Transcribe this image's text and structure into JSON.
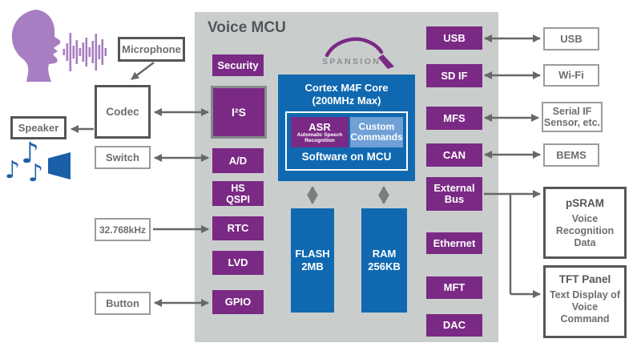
{
  "colors": {
    "purple": "#7A2A84",
    "blue": "#1069B0",
    "light_blue": "#6FA0D6",
    "panel_gray": "#C9CDCC",
    "head_purple": "#A87EC2",
    "note_blue": "#1A5FA8",
    "dark_gray": "#54565A",
    "label_gray": "#6D6E71"
  },
  "icons": {
    "music_note": "♪"
  },
  "left": {
    "microphone": "Microphone",
    "codec": "Codec",
    "speaker": "Speaker",
    "switch": "Switch",
    "crystal": "32.768kHz",
    "button": "Button"
  },
  "mcu": {
    "title": "Voice MCU",
    "logo_text": "SPANSION",
    "peripherals_left": [
      "Security",
      "I²S",
      "A/D",
      "HS QSPI",
      "RTC",
      "LVD",
      "GPIO"
    ],
    "core": {
      "line1": "Cortex M4F Core",
      "line2": "(200MHz Max)",
      "asr_title": "ASR",
      "asr_sub": "Automatic Speech Recognition",
      "custom": "Custom Commands",
      "software": "Software on MCU"
    },
    "memory": {
      "flash_line1": "FLASH",
      "flash_line2": "2MB",
      "ram_line1": "RAM",
      "ram_line2": "256KB"
    },
    "peripherals_right": [
      "USB",
      "SD IF",
      "MFS",
      "CAN",
      "External Bus",
      "Ethernet",
      "MFT",
      "DAC"
    ]
  },
  "right": {
    "usb": "USB",
    "wifi": "Wi-Fi",
    "serial": "Serial IF Sensor, etc.",
    "bems": "BEMS",
    "psram_title": "pSRAM",
    "psram_body": "Voice Recognition Data",
    "tft_title": "TFT Panel",
    "tft_body": "Text Display of Voice Command"
  }
}
